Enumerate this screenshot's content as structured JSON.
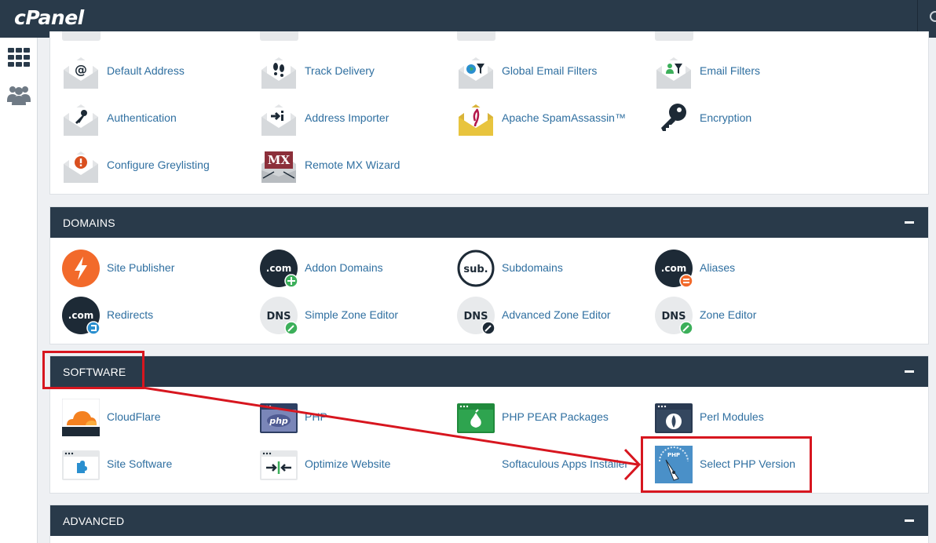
{
  "topbar": {
    "logo": "cPanel"
  },
  "sidebar": {
    "items": [
      {
        "icon": "grid-icon"
      },
      {
        "icon": "users-icon"
      }
    ]
  },
  "email_section": {
    "items": [
      {
        "label": "Default Address",
        "icon": "envelope-at-icon"
      },
      {
        "label": "Track Delivery",
        "icon": "envelope-footprints-icon"
      },
      {
        "label": "Global Email Filters",
        "icon": "envelope-globe-filter-icon"
      },
      {
        "label": "Email Filters",
        "icon": "envelope-user-filter-icon"
      },
      {
        "label": "Authentication",
        "icon": "envelope-key-icon"
      },
      {
        "label": "Address Importer",
        "icon": "envelope-import-icon"
      },
      {
        "label": "Apache SpamAssassin™",
        "icon": "envelope-feather-icon"
      },
      {
        "label": "Encryption",
        "icon": "key-icon"
      },
      {
        "label": "Configure Greylisting",
        "icon": "envelope-warning-icon"
      },
      {
        "label": "Remote MX Wizard",
        "icon": "mx-envelope-icon",
        "badge": "MX"
      }
    ]
  },
  "domains_section": {
    "title": "DOMAINS",
    "items": [
      {
        "label": "Site Publisher",
        "icon": "lightning-icon"
      },
      {
        "label": "Addon Domains",
        "icon": "dotcom-plus-icon",
        "badge": ".com"
      },
      {
        "label": "Subdomains",
        "icon": "sub-icon",
        "badge": "sub."
      },
      {
        "label": "Aliases",
        "icon": "dotcom-equals-icon",
        "badge": ".com"
      },
      {
        "label": "Redirects",
        "icon": "dotcom-redirect-icon",
        "badge": ".com"
      },
      {
        "label": "Simple Zone Editor",
        "icon": "dns-edit-icon",
        "badge": "DNS"
      },
      {
        "label": "Advanced Zone Editor",
        "icon": "dns-advanced-edit-icon",
        "badge": "DNS"
      },
      {
        "label": "Zone Editor",
        "icon": "dns-zone-edit-icon",
        "badge": "DNS"
      }
    ]
  },
  "software_section": {
    "title": "SOFTWARE",
    "items": [
      {
        "label": "CloudFlare",
        "icon": "cloud-icon"
      },
      {
        "label": "PHP",
        "icon": "php-window-icon",
        "badge": "php"
      },
      {
        "label": "PHP PEAR Packages",
        "icon": "pear-window-icon"
      },
      {
        "label": "Perl Modules",
        "icon": "onion-window-icon"
      },
      {
        "label": "Site Software",
        "icon": "puzzle-window-icon"
      },
      {
        "label": "Optimize Website",
        "icon": "compress-window-icon"
      },
      {
        "label": "Softaculous Apps Installer",
        "icon": ""
      },
      {
        "label": "Select PHP Version",
        "icon": "php-gauge-icon",
        "badge": "PHP"
      }
    ]
  },
  "advanced_section": {
    "title": "ADVANCED"
  },
  "colors": {
    "header": "#293a4a",
    "link": "#2f6fa0",
    "annotation": "#d7161f"
  }
}
